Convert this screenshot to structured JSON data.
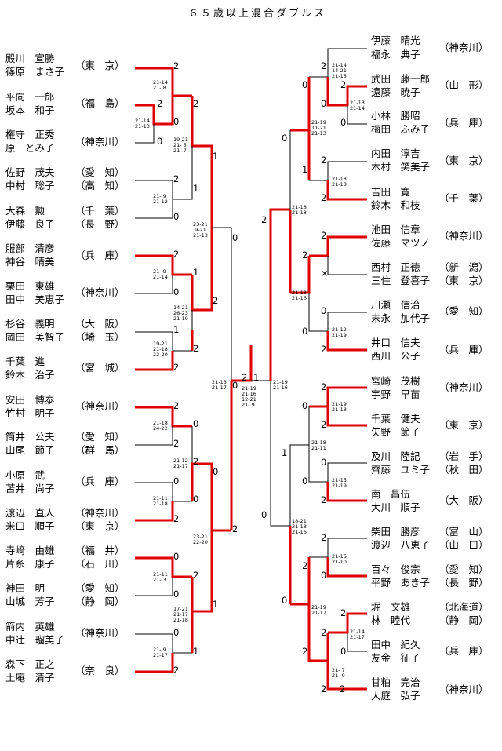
{
  "title": "６５歳以上混合ダブルス",
  "colors": {
    "win": "#e00000",
    "line": "#000000"
  },
  "left": [
    {
      "p1": "殿川　宣勝",
      "p2": "篠原　まさ子",
      "aff": "（東　京）"
    },
    {
      "p1": "平向　一郎",
      "p2": "坂本　和子",
      "aff": "（福　島）"
    },
    {
      "p1": "権守　正秀",
      "p2": "原　とみ子",
      "aff": "（神奈川）"
    },
    {
      "p1": "佐野　茂夫",
      "p2": "中村　聡子",
      "aff1": "（愛　知）",
      "aff2": "（高　知）"
    },
    {
      "p1": "大森　勲",
      "p2": "伊藤　良子",
      "aff1": "（千　葉）",
      "aff2": "（長　野）"
    },
    {
      "p1": "服部　清彦",
      "p2": "神谷　晴美",
      "aff": "（兵　庫）"
    },
    {
      "p1": "栗田　東雄",
      "p2": "田中　美恵子",
      "aff": "（神奈川）"
    },
    {
      "p1": "杉谷　義明",
      "p2": "岡田　美智子",
      "aff1": "（大　阪）",
      "aff2": "（埼　玉）"
    },
    {
      "p1": "千葉　進",
      "p2": "鈴木　治子",
      "aff": "（宮　城）"
    },
    {
      "p1": "安田　博泰",
      "p2": "竹村　明子",
      "aff": "（神奈川）"
    },
    {
      "p1": "筒井　公夫",
      "p2": "山尾　節子",
      "aff1": "（愛　知）",
      "aff2": "（群　馬）"
    },
    {
      "p1": "小原　武",
      "p2": "苫井　尚子",
      "aff": "（兵　庫）"
    },
    {
      "p1": "渡辺　直人",
      "p2": "米口　順子",
      "aff1": "（神奈川）",
      "aff2": "（東　京）"
    },
    {
      "p1": "寺﨑　由雄",
      "p2": "片糸　康子",
      "aff1": "（福　井）",
      "aff2": "（石　川）"
    },
    {
      "p1": "神田　明",
      "p2": "山城　芳子",
      "aff1": "（愛　知）",
      "aff2": "（静　岡）"
    },
    {
      "p1": "箭内　英雄",
      "p2": "中辻　瑠美子",
      "aff": "（神奈川）"
    },
    {
      "p1": "森下　正之",
      "p2": "土庵　清子",
      "aff": "（奈　良）"
    }
  ],
  "right": [
    {
      "p1": "伊藤　晴光",
      "p2": "福永　典子",
      "aff": "（神奈川）"
    },
    {
      "p1": "武田　藤一郎",
      "p2": "遠藤　暁子",
      "aff": "（山　形）"
    },
    {
      "p1": "小林　勝昭",
      "p2": "梅田　ふみ子",
      "aff": "（兵　庫）"
    },
    {
      "p1": "内田　淳吉",
      "p2": "木村　笑美子",
      "aff": "（東　京）"
    },
    {
      "p1": "吉田　寛",
      "p2": "鈴木　和枝",
      "aff": "（千　葉）"
    },
    {
      "p1": "池田　信章",
      "p2": "佐藤　マツノ",
      "aff": "（神奈川）"
    },
    {
      "p1": "西村　正徳",
      "p2": "三住　登喜子",
      "aff1": "（新　潟）",
      "aff2": "（東　京）"
    },
    {
      "p1": "川瀬　信治",
      "p2": "末永　加代子",
      "aff": "（愛　知）"
    },
    {
      "p1": "井口　信夫",
      "p2": "西川　公子",
      "aff": "（兵　庫）"
    },
    {
      "p1": "宮崎　茂樹",
      "p2": "宇野　早苗",
      "aff": "（神奈川）"
    },
    {
      "p1": "千葉　健夫",
      "p2": "矢野　節子",
      "aff": "（東　京）"
    },
    {
      "p1": "及川　陸記",
      "p2": "齊藤　ユミ子",
      "aff1": "（岩　手）",
      "aff2": "（秋　田）"
    },
    {
      "p1": "南　昌伍",
      "p2": "大川　順子",
      "aff": "（大　阪）"
    },
    {
      "p1": "柴田　勝彦",
      "p2": "渡辺　八恵子",
      "aff1": "（富　山）",
      "aff2": "（山　口）"
    },
    {
      "p1": "百々　俊宗",
      "p2": "平野　あき子",
      "aff1": "（愛　知）",
      "aff2": "（長　野）"
    },
    {
      "p1": "堀　文雄",
      "p2": "林　睦代",
      "aff1": "（北海道）",
      "aff2": "（静　岡）"
    },
    {
      "p1": "田中　紀久",
      "p2": "友金　征子",
      "aff": "（兵　庫）"
    },
    {
      "p1": "甘粕　完治",
      "p2": "大庭　弘子",
      "aff": "（神奈川）"
    }
  ],
  "games": {
    "l1": "21-14\n21- 8",
    "l2": "21-14\n21-13",
    "l3": "19-21\n21- 5\n21- 7",
    "l4": "21- 9\n21-12",
    "l5": "23-21\n 9-21\n21-13",
    "l6": "21- 9\n21-14",
    "l7": "14-21\n26-23\n21-19",
    "l8": "19-21\n21-18\n22-20",
    "l9": "21-18\n24-22",
    "l10": "21-12\n21-17",
    "l11": "21-11\n21-18",
    "l12": "23-21\n22-20",
    "l13": "21-11\n21- 3",
    "l14": "17-21\n21-17\n21-18",
    "l15": "21- 9\n21-17",
    "lsf": "21-13\n21-17",
    "final": "21-19\n21-16\n12-21\n21- 9",
    "rsf": "21-19\n21-16",
    "r1": "21-14\n14-21\n21-15",
    "r2": "21-13\n21-14",
    "r3": "21-19\n11-21\n21-13",
    "r4": "21-18\n21-18",
    "r5": "21-18\n21-18",
    "r6": "21-18\n21-16",
    "r7": "21-12\n21-19",
    "r8": "21-19\n21-18",
    "r9": "21-18\n21-11",
    "r10": "21-15\n21-19",
    "r11": "18-21\n21-18\n21-16",
    "r12": "21-15\n21-10",
    "r13": "21-19\n21-17",
    "r14": "21-14\n21-17",
    "r15": "21- 7\n21- 9"
  },
  "scores": {
    "a1": "2",
    "a2": "0",
    "a3": "2",
    "a4": "0",
    "b1": "2",
    "b2": "1",
    "c1": "2",
    "c2": "0",
    "d1": "1",
    "d2": "0",
    "e1": "2",
    "e2": "1",
    "f1": "1",
    "f2": "2",
    "g1": "0",
    "g2": "2",
    "h1": "2",
    "h2": "0",
    "i1": "2",
    "i2": "0",
    "j1": "2",
    "j2": "0",
    "k1": "0",
    "k2": "2",
    "l1": "2",
    "l2": "0",
    "m1": "0",
    "m2": "1",
    "n1": "0",
    "n2": "2",
    "o1": "0",
    "o2": "2",
    "p1": "2",
    "p2": "1",
    "q1": "1",
    "q2": "2",
    "r1": "2",
    "r2": "0",
    "s1": "0",
    "s2": "2",
    "t1": "0",
    "t2": "2",
    "u1": "1",
    "u2": "2",
    "v1": "0",
    "v2": "2",
    "w1": "2",
    "w2": "0",
    "x1": "2",
    "x2": "×",
    "y1": "0",
    "y2": "2",
    "z1": "2",
    "z2": "0",
    "aa1": "1",
    "aa2": "0",
    "bb1": "0",
    "bb2": "2",
    "cc1": "2",
    "cc2": "0",
    "dd1": "2",
    "dd2": "0",
    "ee1": "2",
    "ee2": "0",
    "ff1": "2",
    "ff2": "2",
    "gg1": "0",
    "gg2": "2",
    "hh1": "2",
    "hh2": "2"
  }
}
